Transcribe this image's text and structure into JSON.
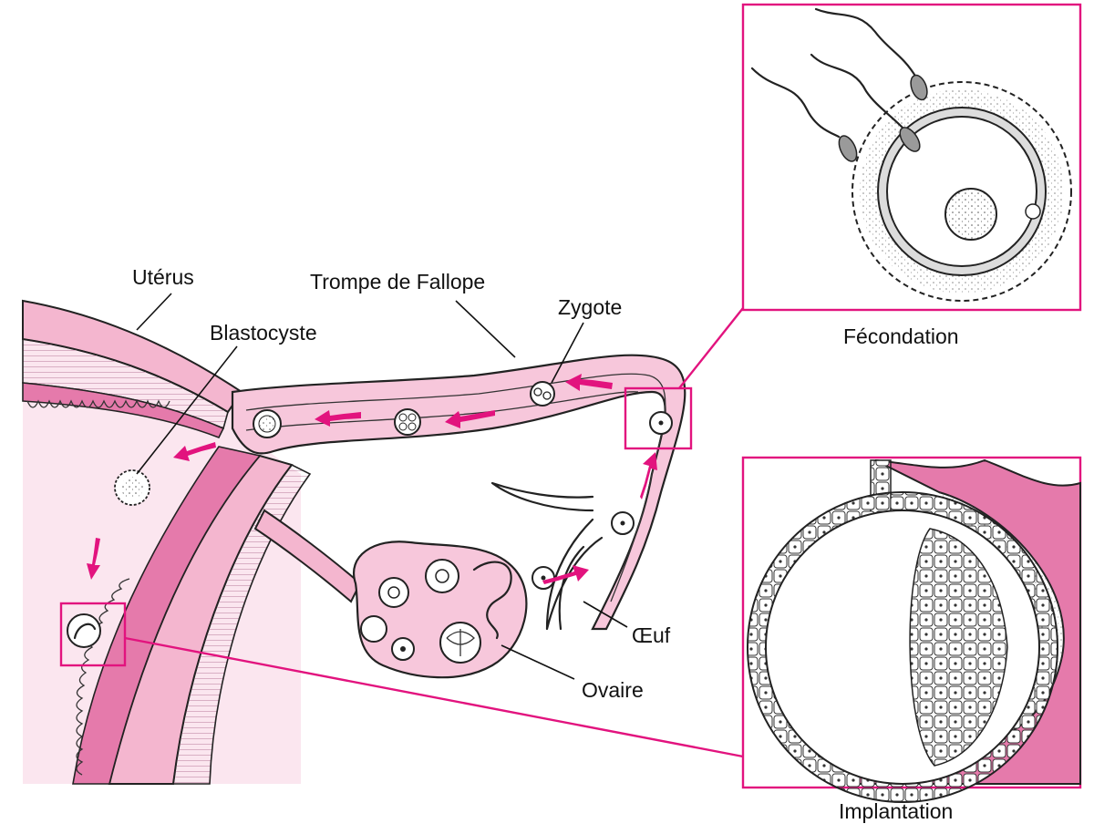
{
  "labels": {
    "uterus": "Utérus",
    "tube": "Trompe de Fallope",
    "zygote": "Zygote",
    "blastocyst": "Blastocyste",
    "egg": "Œuf",
    "ovary": "Ovaire",
    "fertilization": "Fécondation",
    "implantation": "Implantation"
  },
  "colors": {
    "highlight": "#e2137e",
    "tissue_light": "#f9dce9",
    "tissue_mid": "#f2a9c8",
    "tissue_dark": "#e57aab",
    "outline": "#222222"
  }
}
